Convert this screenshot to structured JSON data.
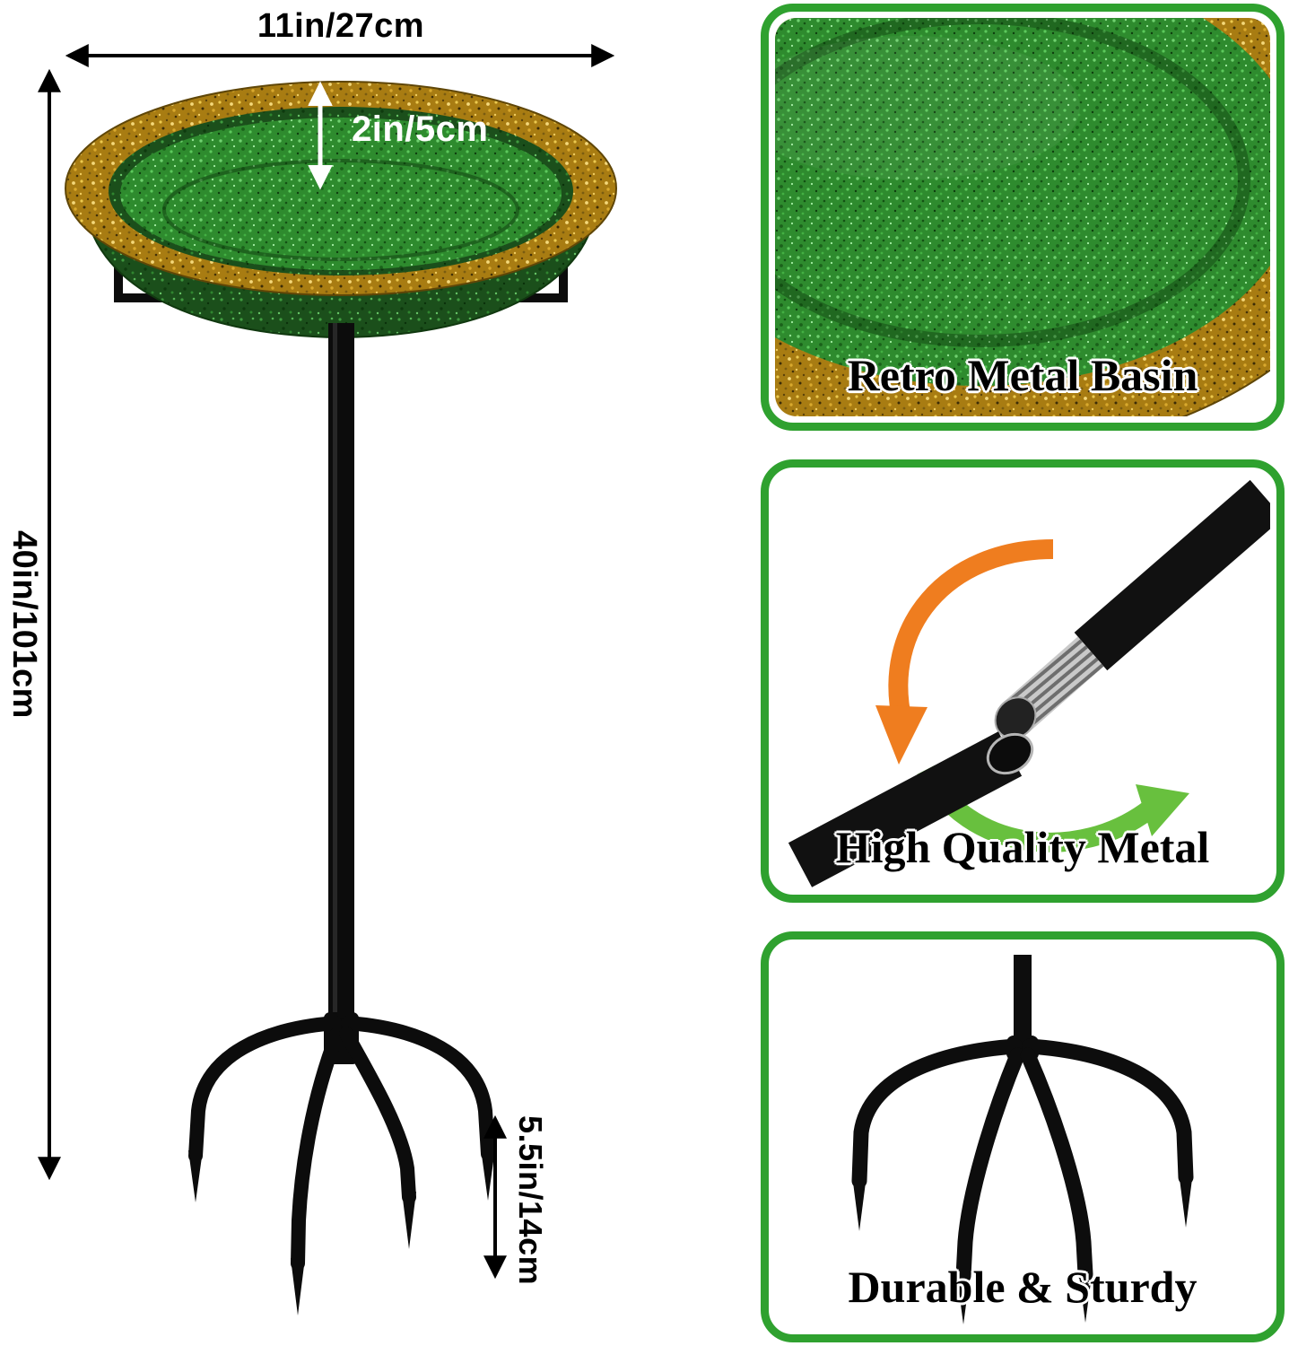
{
  "diagram": {
    "width_label": "11in/27cm",
    "depth_label": "2in/5cm",
    "height_label": "40in/101cm",
    "stake_label": "5.5in/14cm"
  },
  "panels": [
    {
      "id": "basin",
      "label": "Retro Metal Basin"
    },
    {
      "id": "metal",
      "label": "High Quality Metal"
    },
    {
      "id": "sturdy",
      "label": "Durable & Sturdy"
    }
  ],
  "colors": {
    "panel_border": "#2fa12f",
    "basin_green": "#2e8b2e",
    "basin_dark_green": "#1b4f1b",
    "rim_gold": "#a87c12",
    "metal_black": "#0c0c0c",
    "arrow_black": "#000000",
    "arrow_white": "#ffffff",
    "arrow_orange": "#ef7d1f",
    "arrow_green": "#68c03e"
  }
}
